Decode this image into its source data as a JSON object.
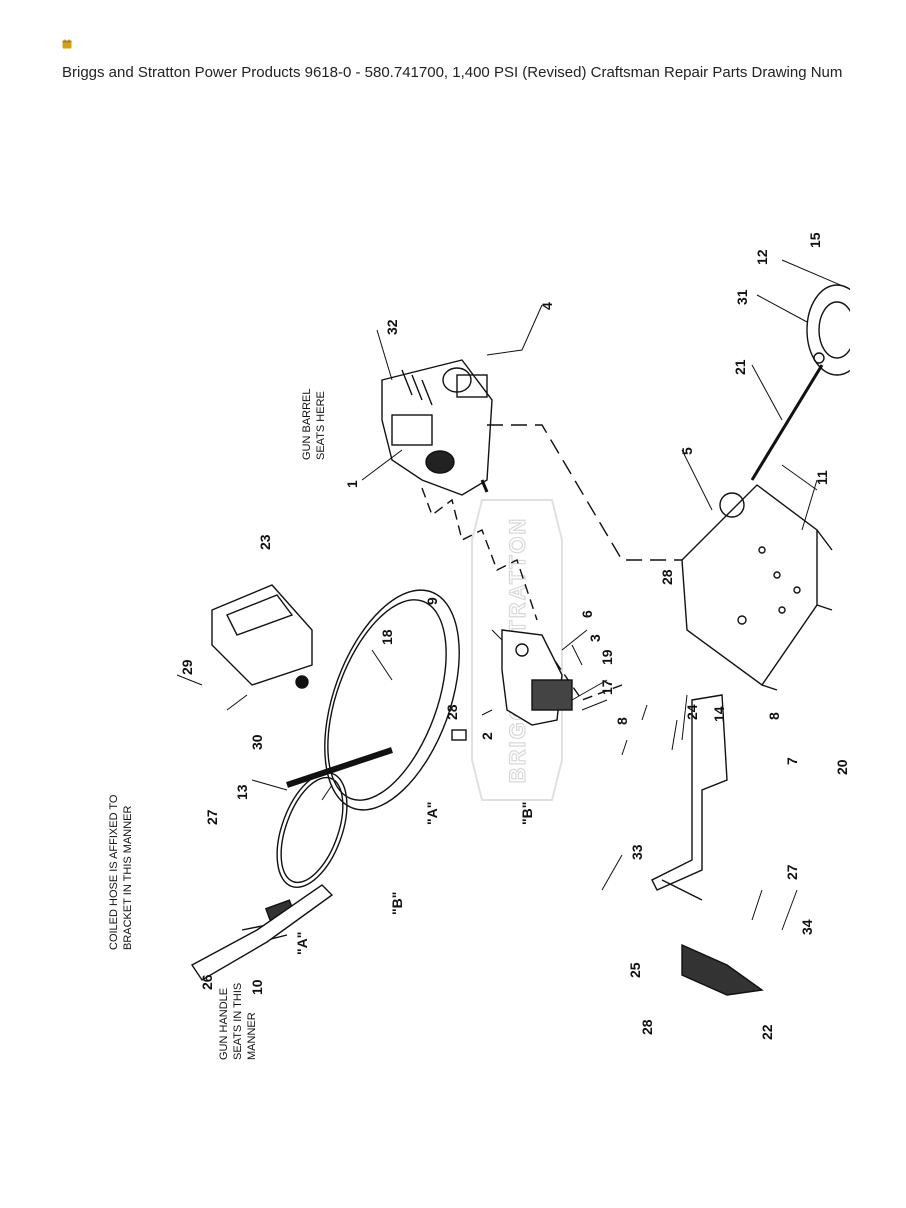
{
  "header": {
    "icon": "calendar-icon",
    "title": "Briggs and Stratton Power Products 9618-0 - 580.741700, 1,400 PSI (Revised) Craftsman Repair Parts Drawing Num"
  },
  "drawing": {
    "watermark": "BRIGGS & STRATTON",
    "notes": {
      "gun_barrel": [
        "GUN BARREL",
        "SEATS HERE"
      ],
      "coiled_hose": [
        "COILED HOSE IS AFFIXED TO",
        "BRACKET IN THIS MANNER"
      ],
      "gun_handle": [
        "GUN HANDLE",
        "SEATS IN THIS",
        "MANNER"
      ]
    },
    "refs": {
      "a": "\"A\"",
      "b": "\"B\""
    },
    "part_numbers": [
      "1",
      "2",
      "3",
      "4",
      "5",
      "6",
      "7",
      "8",
      "9",
      "10",
      "11",
      "12",
      "13",
      "14",
      "15",
      "17",
      "18",
      "19",
      "20",
      "21",
      "22",
      "23",
      "24",
      "25",
      "26",
      "27",
      "28",
      "29",
      "30",
      "31",
      "32",
      "33",
      "34"
    ]
  },
  "colors": {
    "icon": "#d4a017",
    "ink": "#111111",
    "watermark": "#d8d8d8"
  }
}
